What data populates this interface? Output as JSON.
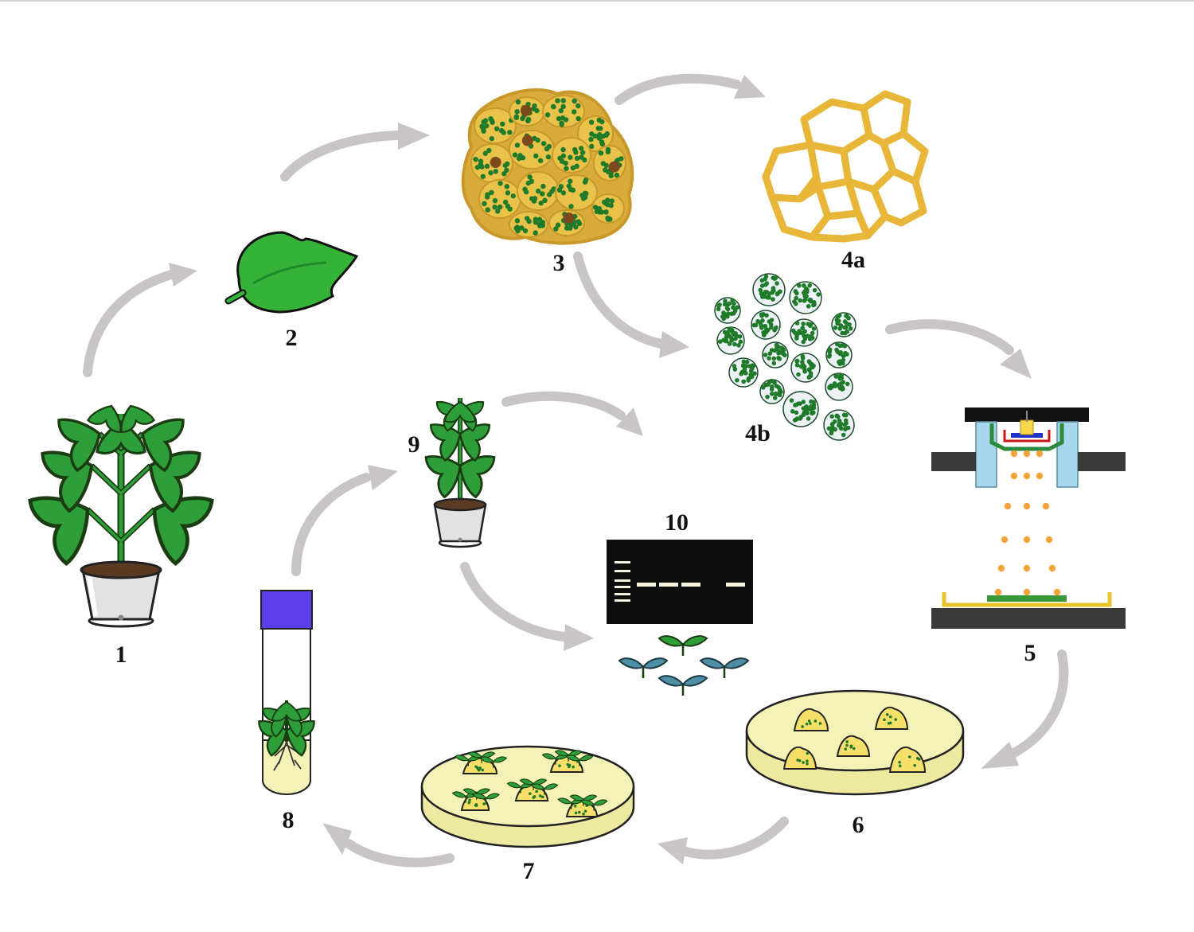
{
  "labels": {
    "plant": "1",
    "leaf": "2",
    "tissue": "3",
    "cell_walls": "4a",
    "protoplasts": "4b",
    "printer": "5",
    "callus_plate": "6",
    "shoot_plate": "7",
    "tube_plantlet": "8",
    "potted_plantlet": "9",
    "gel": "10"
  },
  "colors": {
    "arrow": "#c9c4c6",
    "leaf_green": "#2e9e3a",
    "leaf_outline": "#1b3d12",
    "cell_wall": "#e8b73a",
    "chloroplast": "#1f7a2a",
    "nucleus": "#7a4a1c",
    "droplet": "#f0a43a",
    "nozzle_blue": "#a8d6ec",
    "plate_yellow": "#f4f2b6",
    "callus_yellow": "#f6e06a",
    "cap_purple": "#5b3ee6",
    "gel_black": "#0e0e0e",
    "band_white": "#f5f3e0",
    "seedling_blue": "#4f8fa6"
  }
}
